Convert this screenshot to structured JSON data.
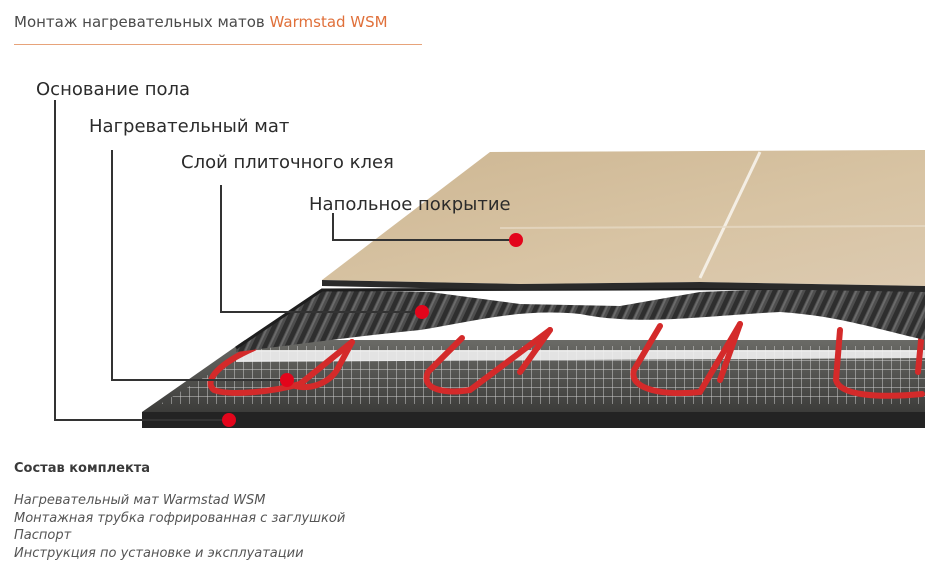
{
  "header": {
    "title_prefix": "Монтаж нагревательных матов",
    "title_brand": "Warmstad WSM"
  },
  "diagram": {
    "labels": [
      "Основание пола",
      "Нагревательный мат",
      "Слой плиточного клея",
      "Напольное покрытие"
    ]
  },
  "kit": {
    "title": "Состав комплекта",
    "items": [
      "Нагревательный мат Warmstad WSM",
      "Монтажная трубка гофрированная с заглушкой",
      "Паспорт",
      "Инструкция по установке и эксплуатации"
    ]
  },
  "colors": {
    "brand": "#e0703a",
    "marker": "#e3051b",
    "cable": "#d42a2a",
    "tile": "#d4c0a0",
    "adhesive": "#3a3a3a",
    "base": "#4a4a46"
  }
}
